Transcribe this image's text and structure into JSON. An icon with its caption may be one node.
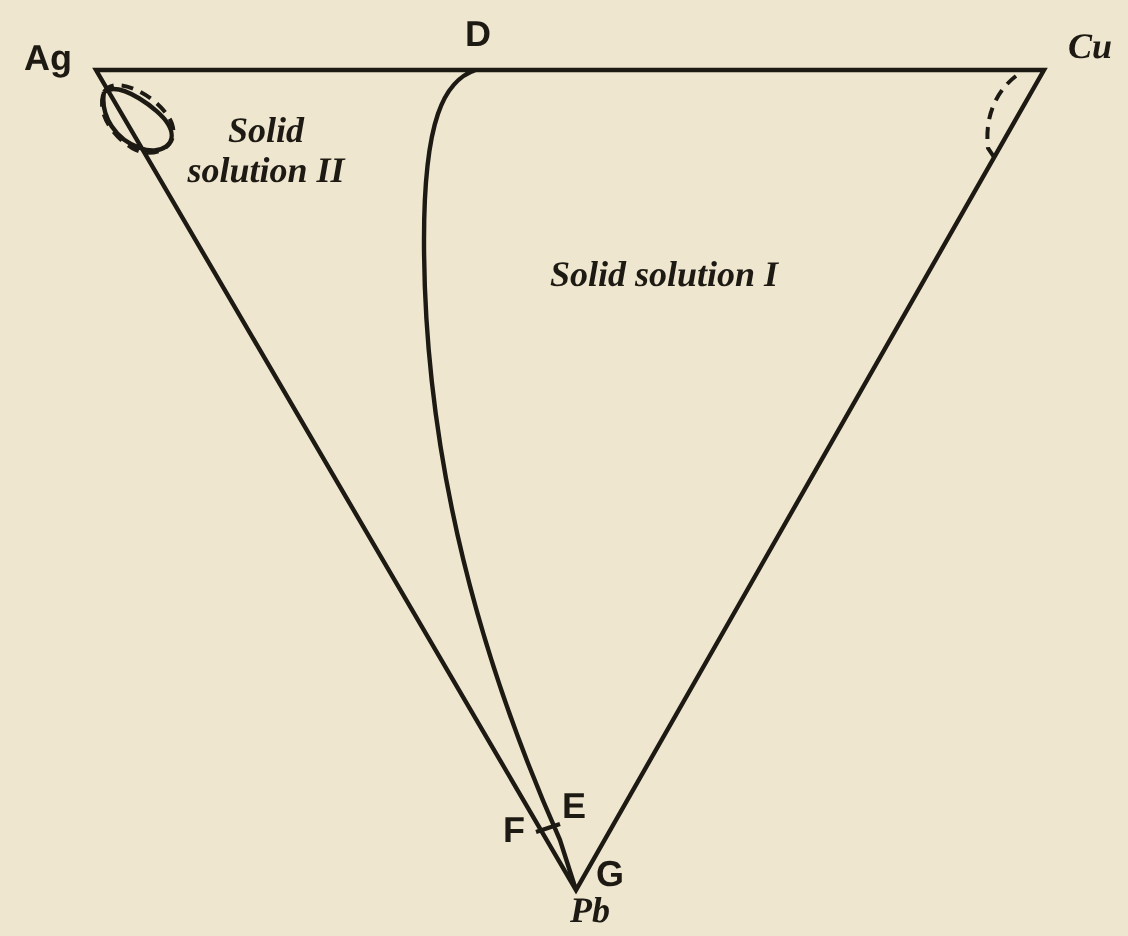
{
  "diagram": {
    "labels": [
      "Ag",
      "D",
      "Cu",
      "Solid solution II",
      "Solid solution I",
      "F",
      "E",
      "G",
      "Pb"
    ]
  }
}
